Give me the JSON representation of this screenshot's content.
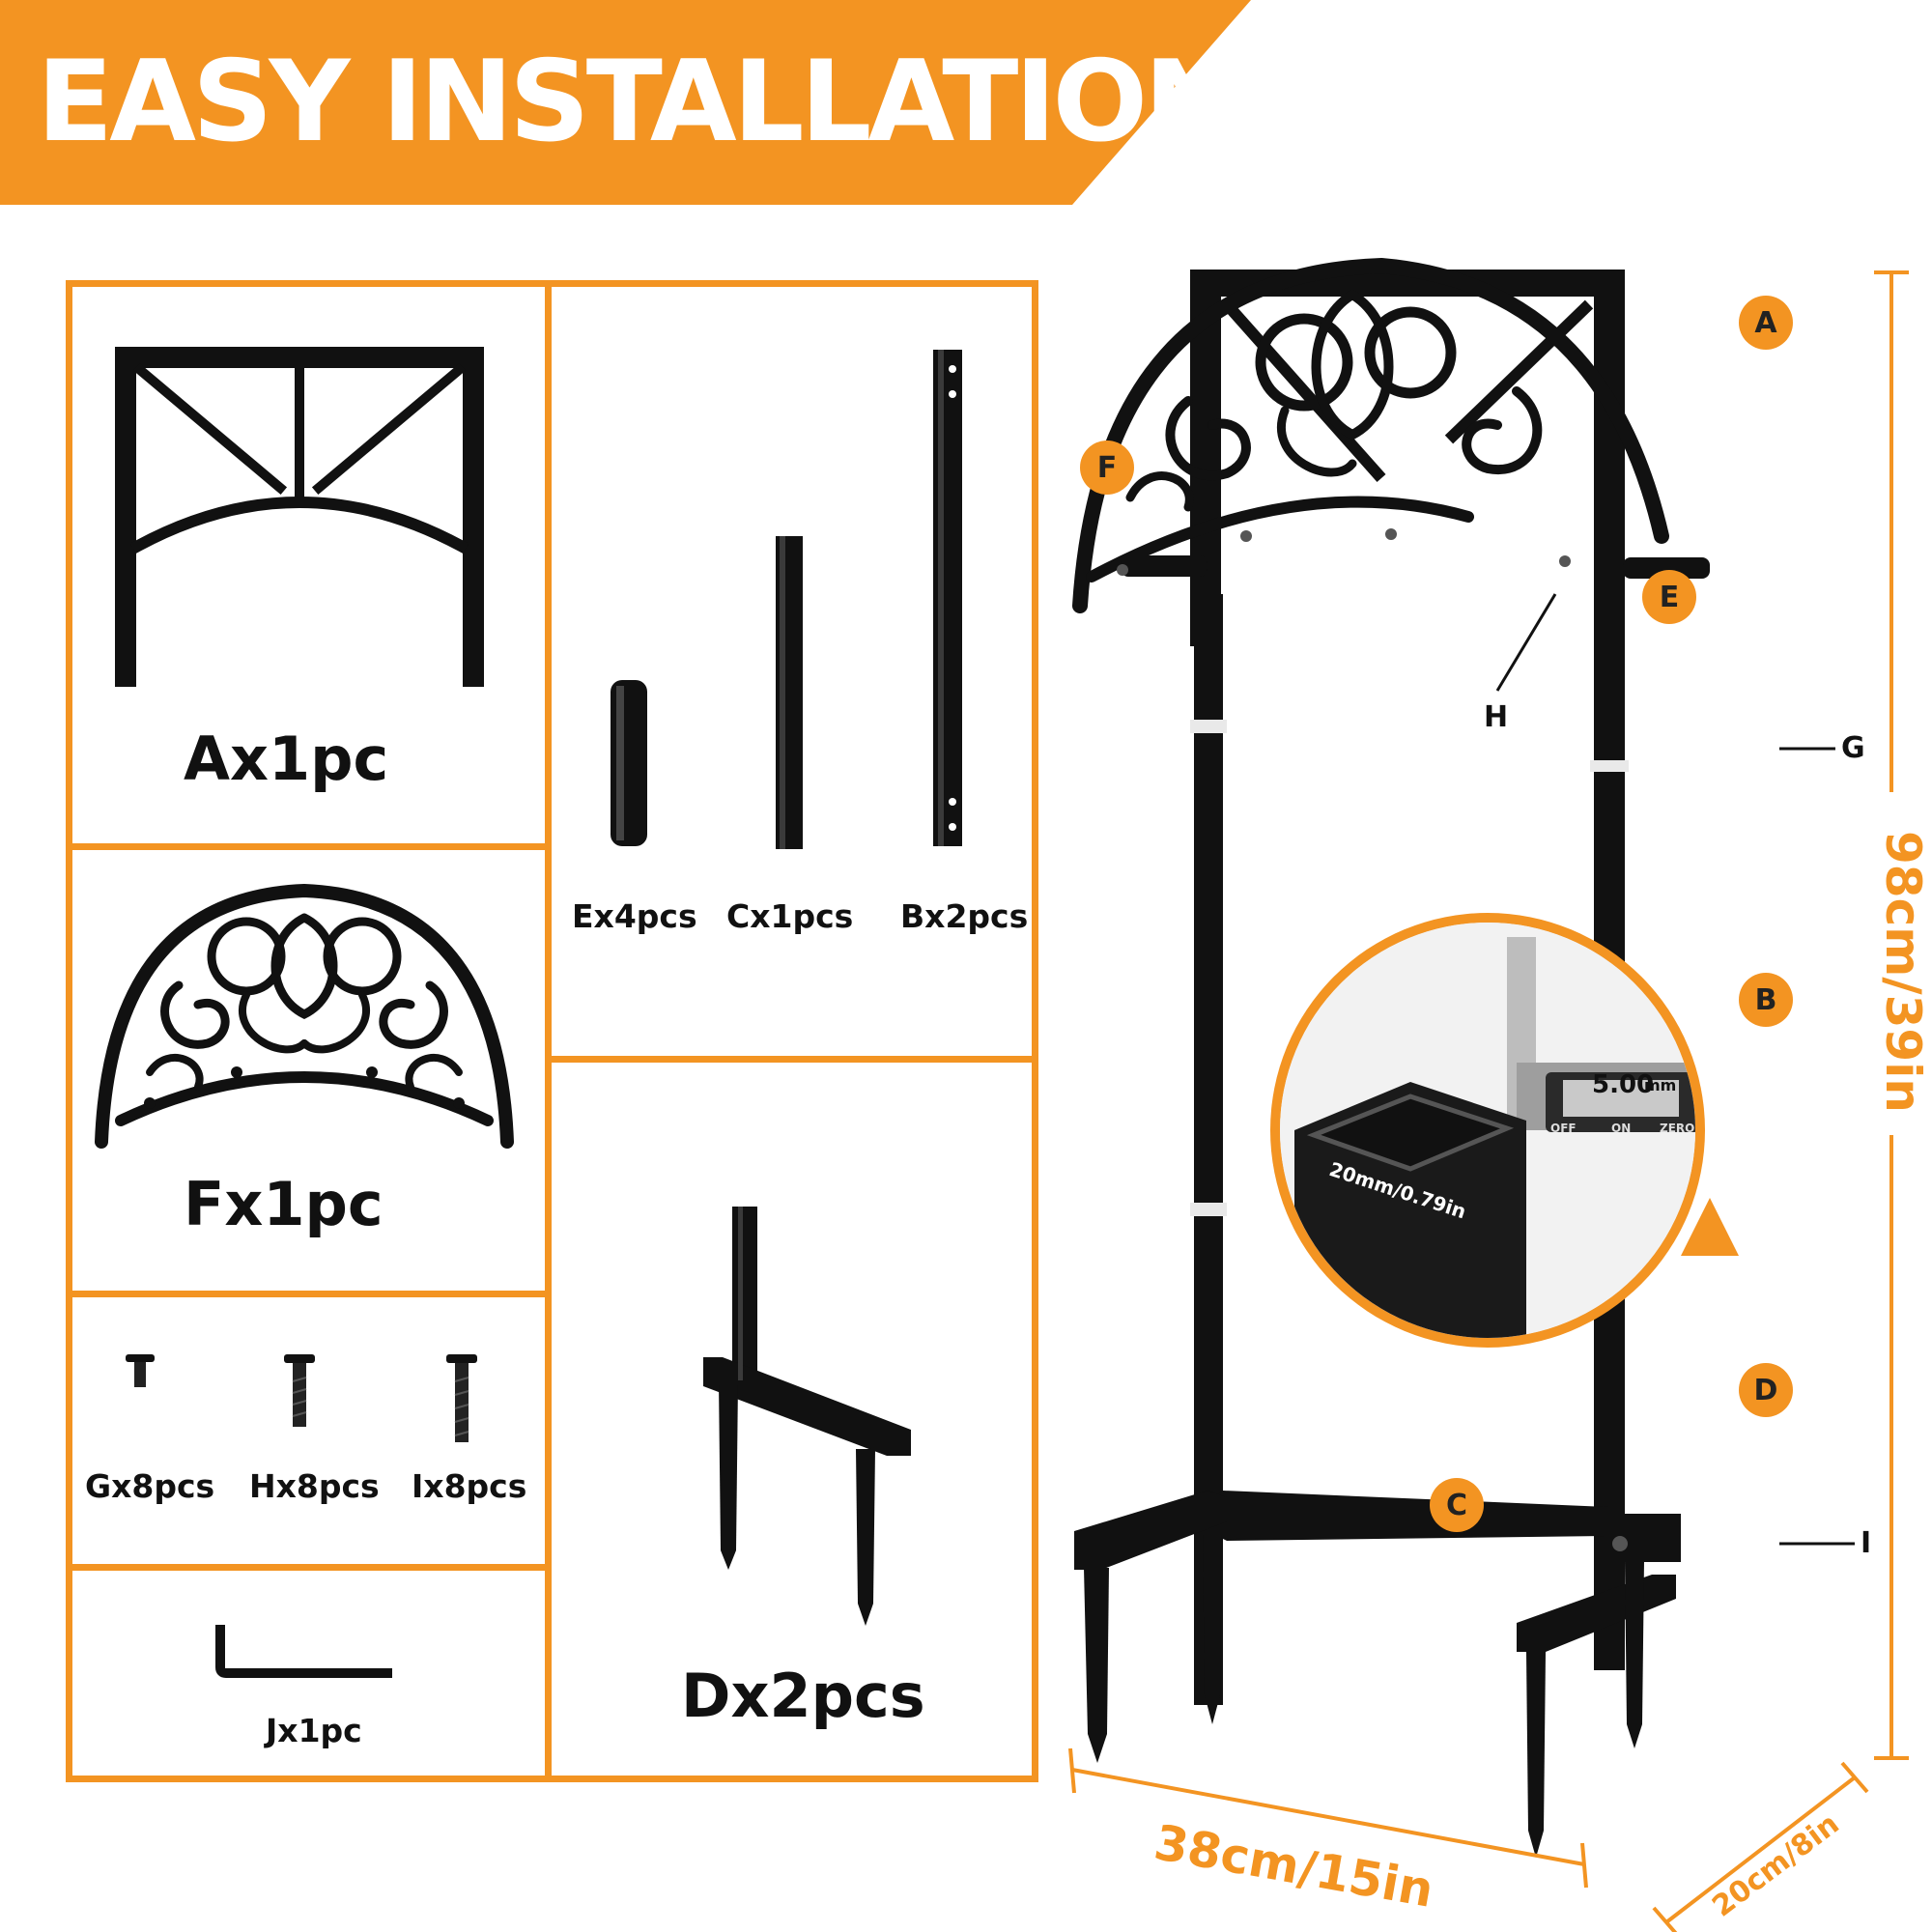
{
  "banner": {
    "title": "EASY INSTALLATION"
  },
  "parts": {
    "a": "Ax1pc",
    "e": "Ex4pcs",
    "c": "Cx1pcs",
    "b": "Bx2pcs",
    "f": "Fx1pc",
    "g": "Gx8pcs",
    "h": "Hx8pcs",
    "i": "Ix8pcs",
    "j": "Jx1pc",
    "d": "Dx2pcs"
  },
  "assembly": {
    "callouts": {
      "a": "A",
      "b": "B",
      "c": "C",
      "d": "D",
      "e": "E",
      "f": "F",
      "g": "G",
      "h": "H",
      "i": "I"
    },
    "dimensions": {
      "height": "98cm/39in",
      "width": "38cm/15in",
      "depth": "20cm/8in"
    },
    "inset": {
      "tube_size": "20mm/0.79in",
      "caliper_reading": "5.00",
      "caliper_unit": "mm",
      "caliper_buttons": [
        "OFF",
        "ON",
        "ZERO"
      ]
    }
  },
  "colors": {
    "accent": "#f39422",
    "metal": "#111111",
    "text": "#111111"
  }
}
